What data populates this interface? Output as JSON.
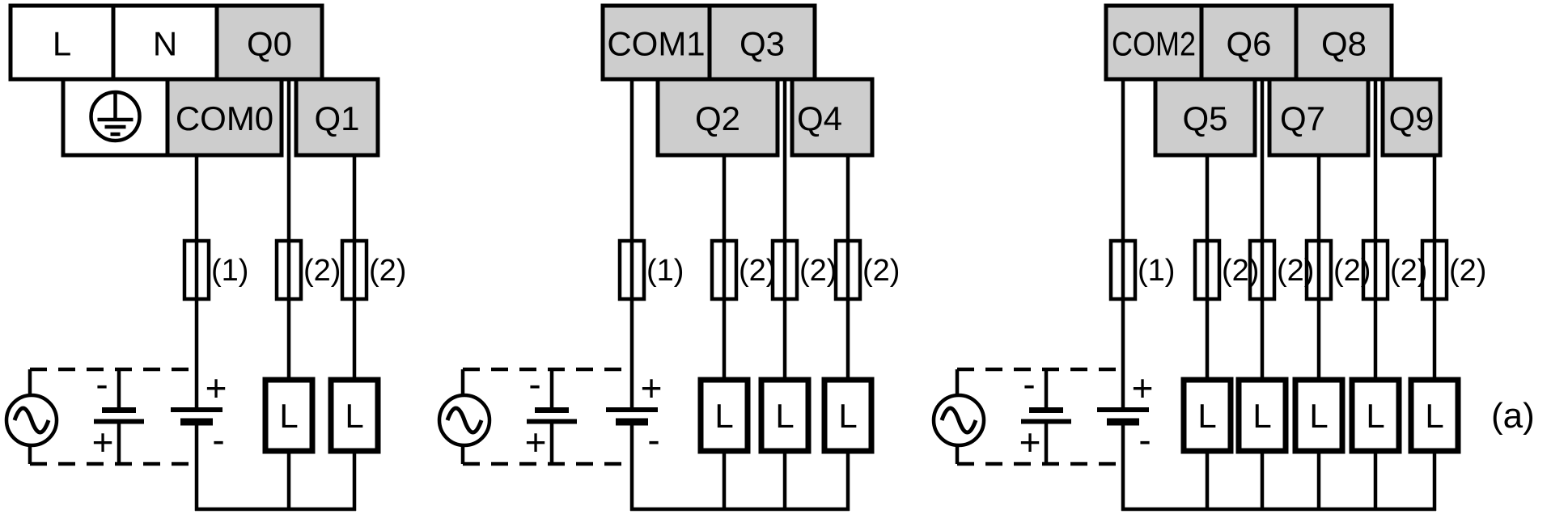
{
  "figure": {
    "annotation": "(a)",
    "colors": {
      "background": "#ffffff",
      "line": "#000000",
      "terminal_shaded": "#cdcdcd",
      "terminal_plain": "#ffffff"
    }
  },
  "power_source": {
    "dashed_battery_top_sign": "-",
    "dashed_battery_bottom_sign": "+",
    "battery_top_sign": "+",
    "battery_bottom_sign": "-"
  },
  "diagrams": [
    {
      "row1": [
        {
          "label": "L",
          "shaded": false
        },
        {
          "label": "N",
          "shaded": false
        },
        {
          "label": "Q0",
          "shaded": true
        }
      ],
      "row2": [
        {
          "label": "",
          "shaded": false,
          "icon": "protective-earth"
        },
        {
          "label": "COM0",
          "shaded": true
        },
        {
          "label": "Q1",
          "shaded": true
        }
      ],
      "fuses": [
        "(1)",
        "(2)",
        "(2)"
      ],
      "loads": [
        "L",
        "L"
      ]
    },
    {
      "row1": [
        {
          "label": "COM1",
          "shaded": true
        },
        {
          "label": "Q3",
          "shaded": true
        }
      ],
      "row2": [
        {
          "label": "Q2",
          "shaded": true
        },
        {
          "label": "Q4",
          "shaded": true
        }
      ],
      "fuses": [
        "(1)",
        "(2)",
        "(2)",
        "(2)"
      ],
      "loads": [
        "L",
        "L",
        "L"
      ]
    },
    {
      "row1": [
        {
          "label": "COM2",
          "shaded": true
        },
        {
          "label": "Q6",
          "shaded": true
        },
        {
          "label": "Q8",
          "shaded": true
        }
      ],
      "row2": [
        {
          "label": "Q5",
          "shaded": true
        },
        {
          "label": "Q7",
          "shaded": true
        },
        {
          "label": "Q9",
          "shaded": true
        }
      ],
      "fuses": [
        "(1)",
        "(2)",
        "(2)",
        "(2)",
        "(2)",
        "(2)"
      ],
      "loads": [
        "L",
        "L",
        "L",
        "L",
        "L"
      ]
    }
  ]
}
